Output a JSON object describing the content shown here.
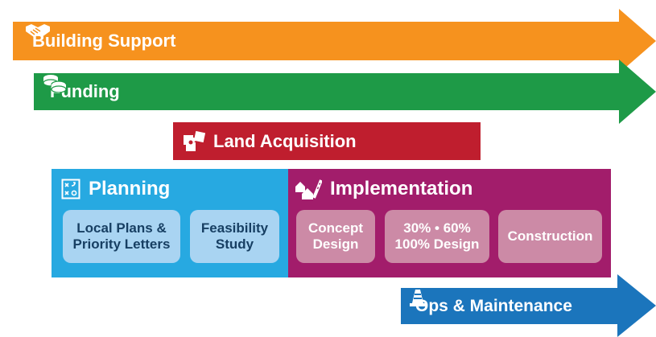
{
  "colors": {
    "building_support": "#f6921e",
    "funding": "#1e9a47",
    "land_acquisition": "#bf1e2e",
    "planning": "#27a9e1",
    "implementation": "#a21d6b",
    "ops_maintenance": "#1b75bc"
  },
  "building_support": {
    "label": "Building Support",
    "icon": "handshake-icon"
  },
  "funding": {
    "label": "Funding",
    "icon": "coins-icon"
  },
  "land_acquisition": {
    "label": "Land Acquisition",
    "icon": "puzzle-icon"
  },
  "planning": {
    "label": "Planning",
    "icon": "strategy-board-icon",
    "items": [
      {
        "line1": "Local Plans &",
        "line2": "Priority Letters"
      },
      {
        "line1": "Feasibility",
        "line2": "Study"
      }
    ]
  },
  "implementation": {
    "label": "Implementation",
    "icon": "road-houses-icon",
    "items": [
      {
        "line1": "Concept",
        "line2": "Design"
      },
      {
        "line1": "30% • 60%",
        "line2": "100% Design"
      },
      {
        "line1": "Construction",
        "line2": ""
      }
    ]
  },
  "ops_maintenance": {
    "label": "Ops & Maintenance",
    "icon": "traffic-cone-icon"
  }
}
